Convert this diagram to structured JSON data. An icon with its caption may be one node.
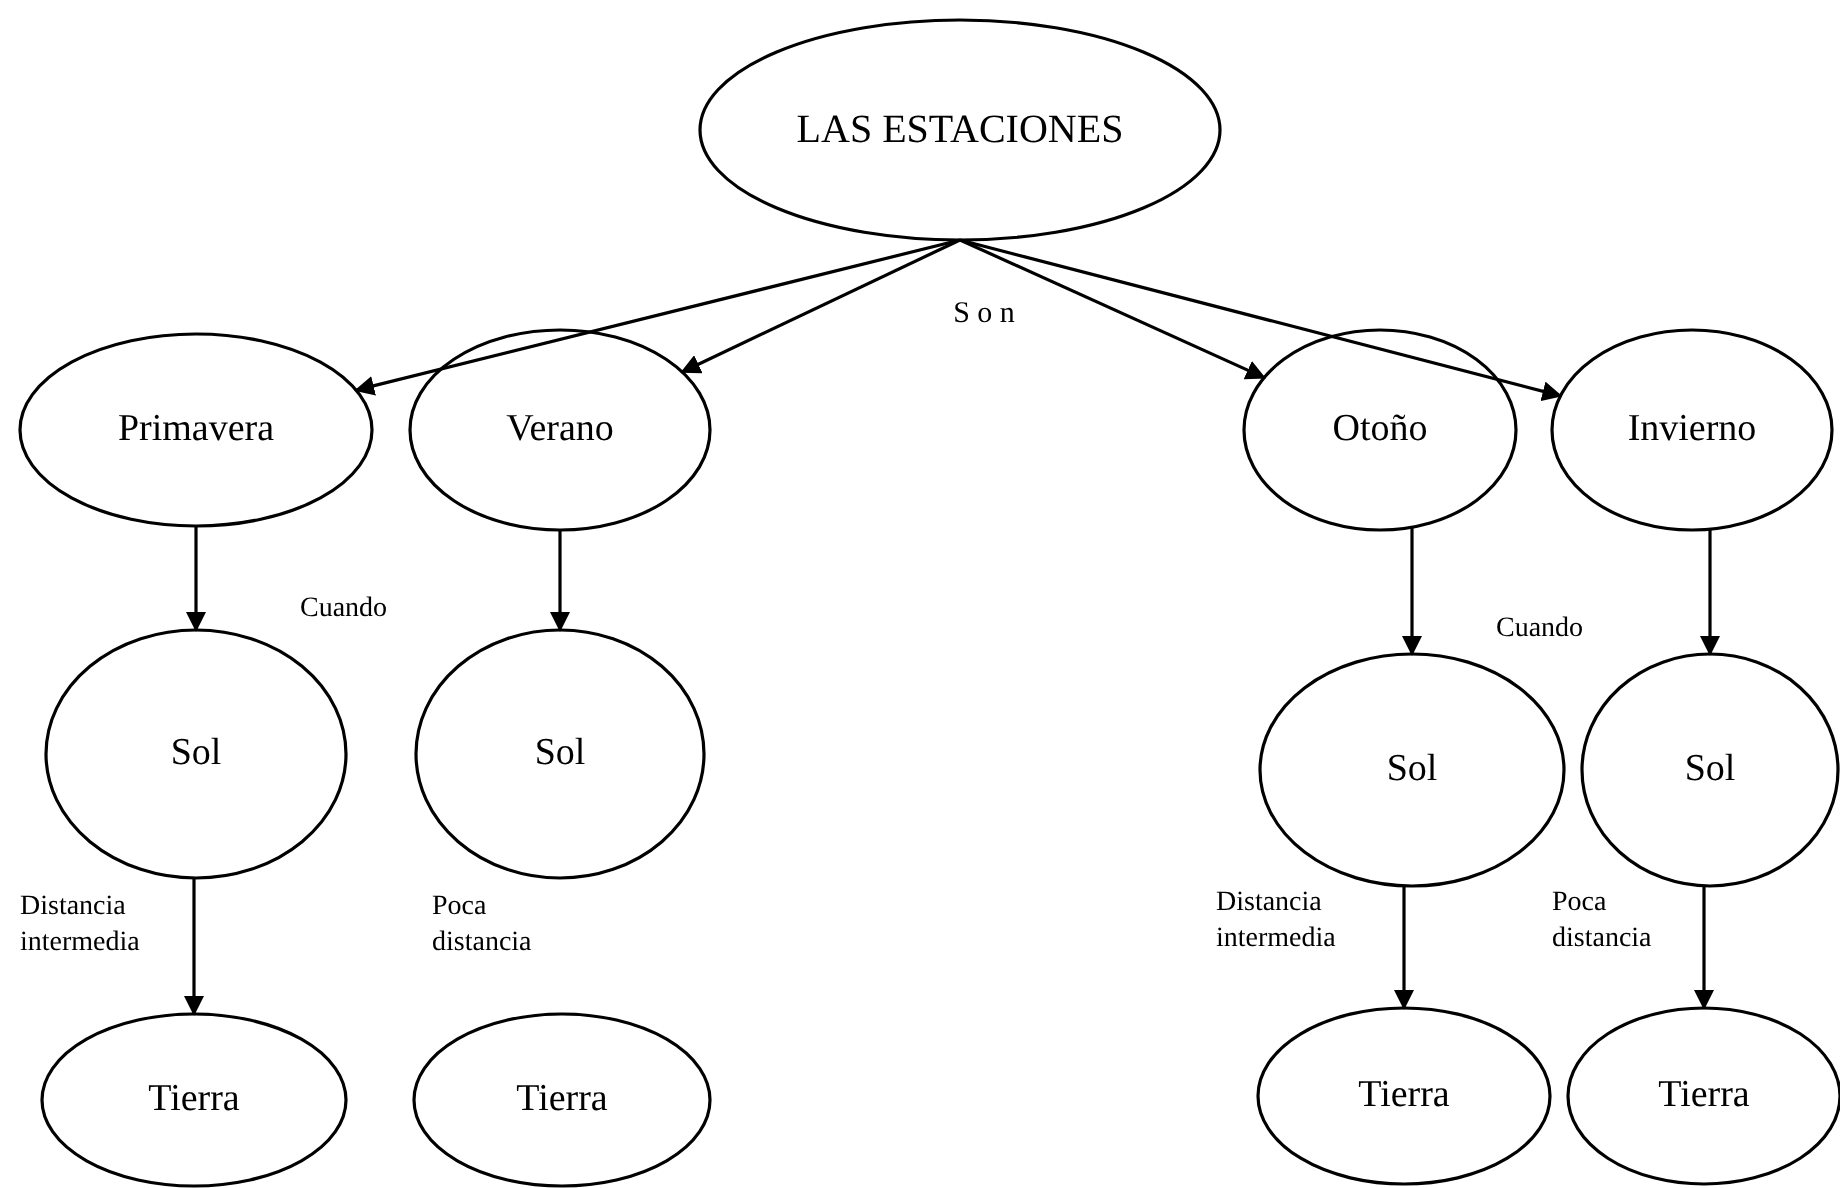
{
  "diagram": {
    "nodes": [
      {
        "text": [
          "LAS ESTACIONES"
        ]
      },
      {
        "text": [
          "Primavera"
        ]
      },
      {
        "text": [
          "Verano"
        ]
      },
      {
        "text": [
          "Otoño"
        ]
      },
      {
        "text": [
          "Invierno"
        ]
      },
      {
        "text": [
          "Sol"
        ]
      },
      {
        "text": [
          "Sol"
        ]
      },
      {
        "text": [
          "Sol"
        ]
      },
      {
        "text": [
          "Sol"
        ]
      },
      {
        "text": [
          "Tierra"
        ]
      },
      {
        "text": [
          "Tierra"
        ]
      },
      {
        "text": [
          "Tierra"
        ]
      },
      {
        "text": [
          "Tierra"
        ]
      }
    ],
    "edges": [
      {
        "from": 0,
        "to": 1,
        "arrow": "to"
      },
      {
        "from": 0,
        "to": 2,
        "arrow": "to"
      },
      {
        "from": 0,
        "to": 3,
        "arrow": "to"
      },
      {
        "from": 0,
        "to": 4,
        "arrow": "to"
      },
      {
        "from": 1,
        "to": 5,
        "arrow": "to"
      },
      {
        "from": 2,
        "to": 6,
        "arrow": "to"
      },
      {
        "from": 3,
        "to": 7,
        "arrow": "to"
      },
      {
        "from": 4,
        "to": 8,
        "arrow": "to"
      },
      {
        "from": 5,
        "to": 9,
        "arrow": "to"
      },
      {
        "from": 7,
        "to": 11,
        "arrow": "to"
      },
      {
        "from": 8,
        "to": 12,
        "arrow": "to"
      }
    ],
    "labels": [
      "S o n",
      "Cuando",
      "Cuando",
      "Distancia intermedia",
      "Poca distancia",
      "Distancia intermedia",
      "Poca distancia"
    ]
  }
}
